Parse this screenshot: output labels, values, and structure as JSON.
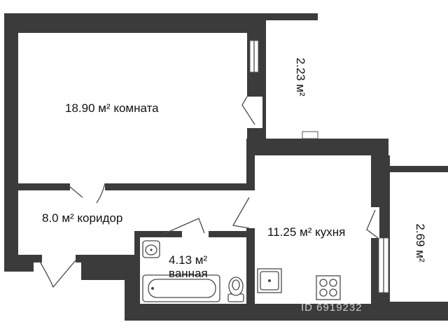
{
  "rooms": {
    "room": "18.90 м² комната",
    "balcony": "2.23 м²",
    "corridor": "8.0 м² коридор",
    "bathroom_area": "4.13 м²",
    "bathroom_name": "ванная",
    "kitchen": "11.25 м² кухня",
    "loggia": "2.69 м²"
  },
  "watermark": "ID 6919232"
}
